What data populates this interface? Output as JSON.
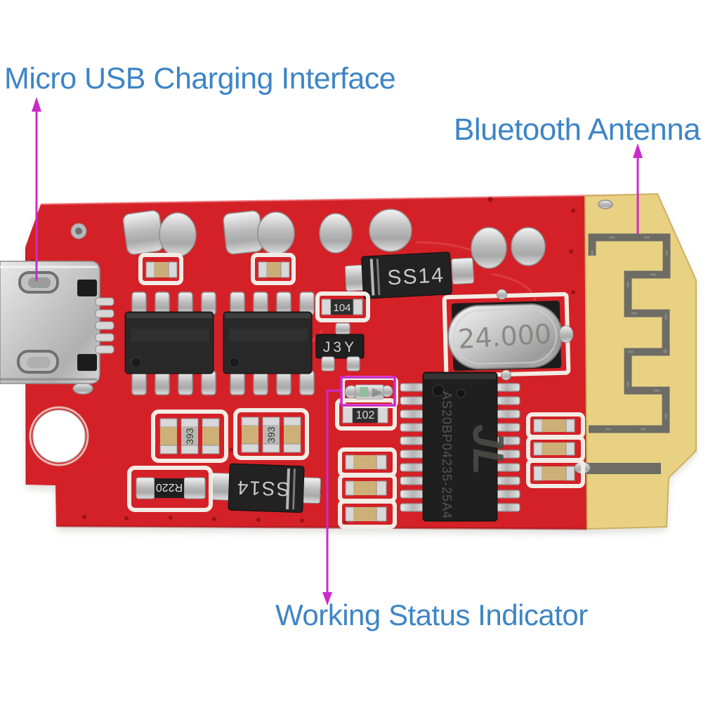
{
  "annotations": {
    "micro_usb_label": "Micro USB Charging Interface",
    "bluetooth_label": "Bluetooth Antenna",
    "status_label": "Working Status Indicator"
  },
  "components": {
    "diode_top_label": "SS14",
    "diode_bottom_label": "SS14",
    "crystal_label": "24.000",
    "main_ic_part": "AS20BP04235-25A4",
    "main_ic_logo": "JL",
    "transistor_label": "J3Y",
    "resistor_r220_label": "R220",
    "resistor_102_label": "102",
    "resistor_104_label": "104",
    "cap_393_left_label": "393",
    "cap_393_right_label": "393"
  },
  "colors": {
    "label_text": "#3d85c6",
    "callout_arrow": "#cb2bcb",
    "board_red": "#d32127",
    "antenna_gold": "#e9d184",
    "antenna_trace": "#6d6d65",
    "silkscreen_white": "#f2ece4",
    "component_black": "#222222",
    "background": "#ffffff"
  }
}
